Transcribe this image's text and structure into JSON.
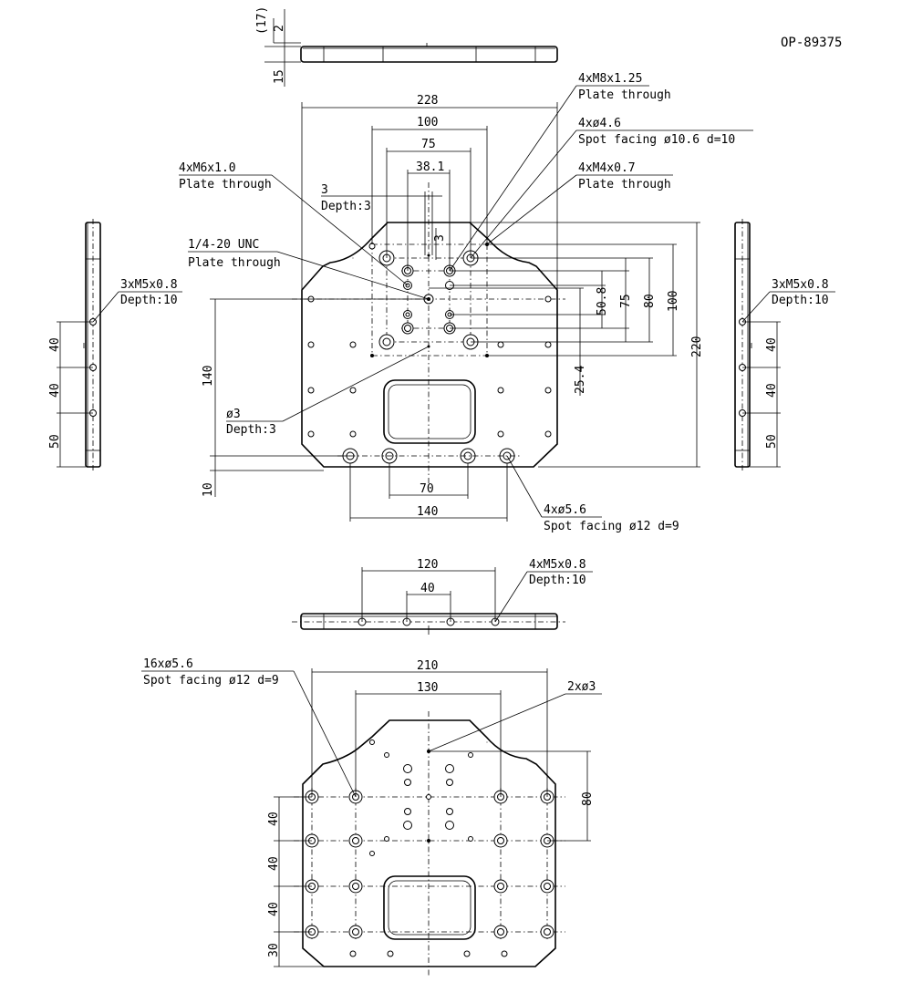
{
  "drawing_number": "OP-89375",
  "side_view_top": {
    "dim_total": "(17)",
    "dim_a": "2",
    "dim_b": "15"
  },
  "top_view": {
    "width": "228",
    "hole_span_100": "100",
    "hole_span_75": "75",
    "hole_span_38": "38.1",
    "dim_3": "3",
    "dim_3_depth": "Depth:3",
    "dim_3b": "3",
    "height_220": "220",
    "v_100": "100",
    "v_80": "80",
    "v_75": "75",
    "v_50": "50.8",
    "v_25": "25.4",
    "v_140": "140",
    "v_10": "10",
    "h_70": "70",
    "h_140": "140",
    "callout_m8": "4xM8x1.25",
    "callout_m8_sub": "Plate through",
    "callout_46": "4xø4.6",
    "callout_46_sub": "Spot facing ø10.6 d=10",
    "callout_m4": "4xM4x0.7",
    "callout_m4_sub": "Plate through",
    "callout_m6": "4xM6x1.0",
    "callout_m6_sub": "Plate through",
    "callout_unc": "1/4-20 UNC",
    "callout_unc_sub": "Plate through",
    "callout_phi3": "ø3",
    "callout_phi3_sub": "Depth:3",
    "callout_56": "4xø5.6",
    "callout_56_sub": "Spot facing ø12 d=9"
  },
  "left_view": {
    "callout": "3xM5x0.8",
    "callout_sub": "Depth:10",
    "d1": "40",
    "d2": "40",
    "d3": "50"
  },
  "right_view": {
    "callout": "3xM5x0.8",
    "callout_sub": "Depth:10",
    "d1": "40",
    "d2": "40",
    "d3": "50"
  },
  "front_view": {
    "span_120": "120",
    "span_40": "40",
    "callout": "4xM5x0.8",
    "callout_sub": "Depth:10"
  },
  "bottom_view": {
    "width": "210",
    "span_130": "130",
    "v_80": "80",
    "callout_16": "16xø5.6",
    "callout_16_sub": "Spot facing ø12 d=9",
    "callout_2": "2xø3",
    "d1": "40",
    "d2": "40",
    "d3": "40",
    "d4": "30"
  }
}
